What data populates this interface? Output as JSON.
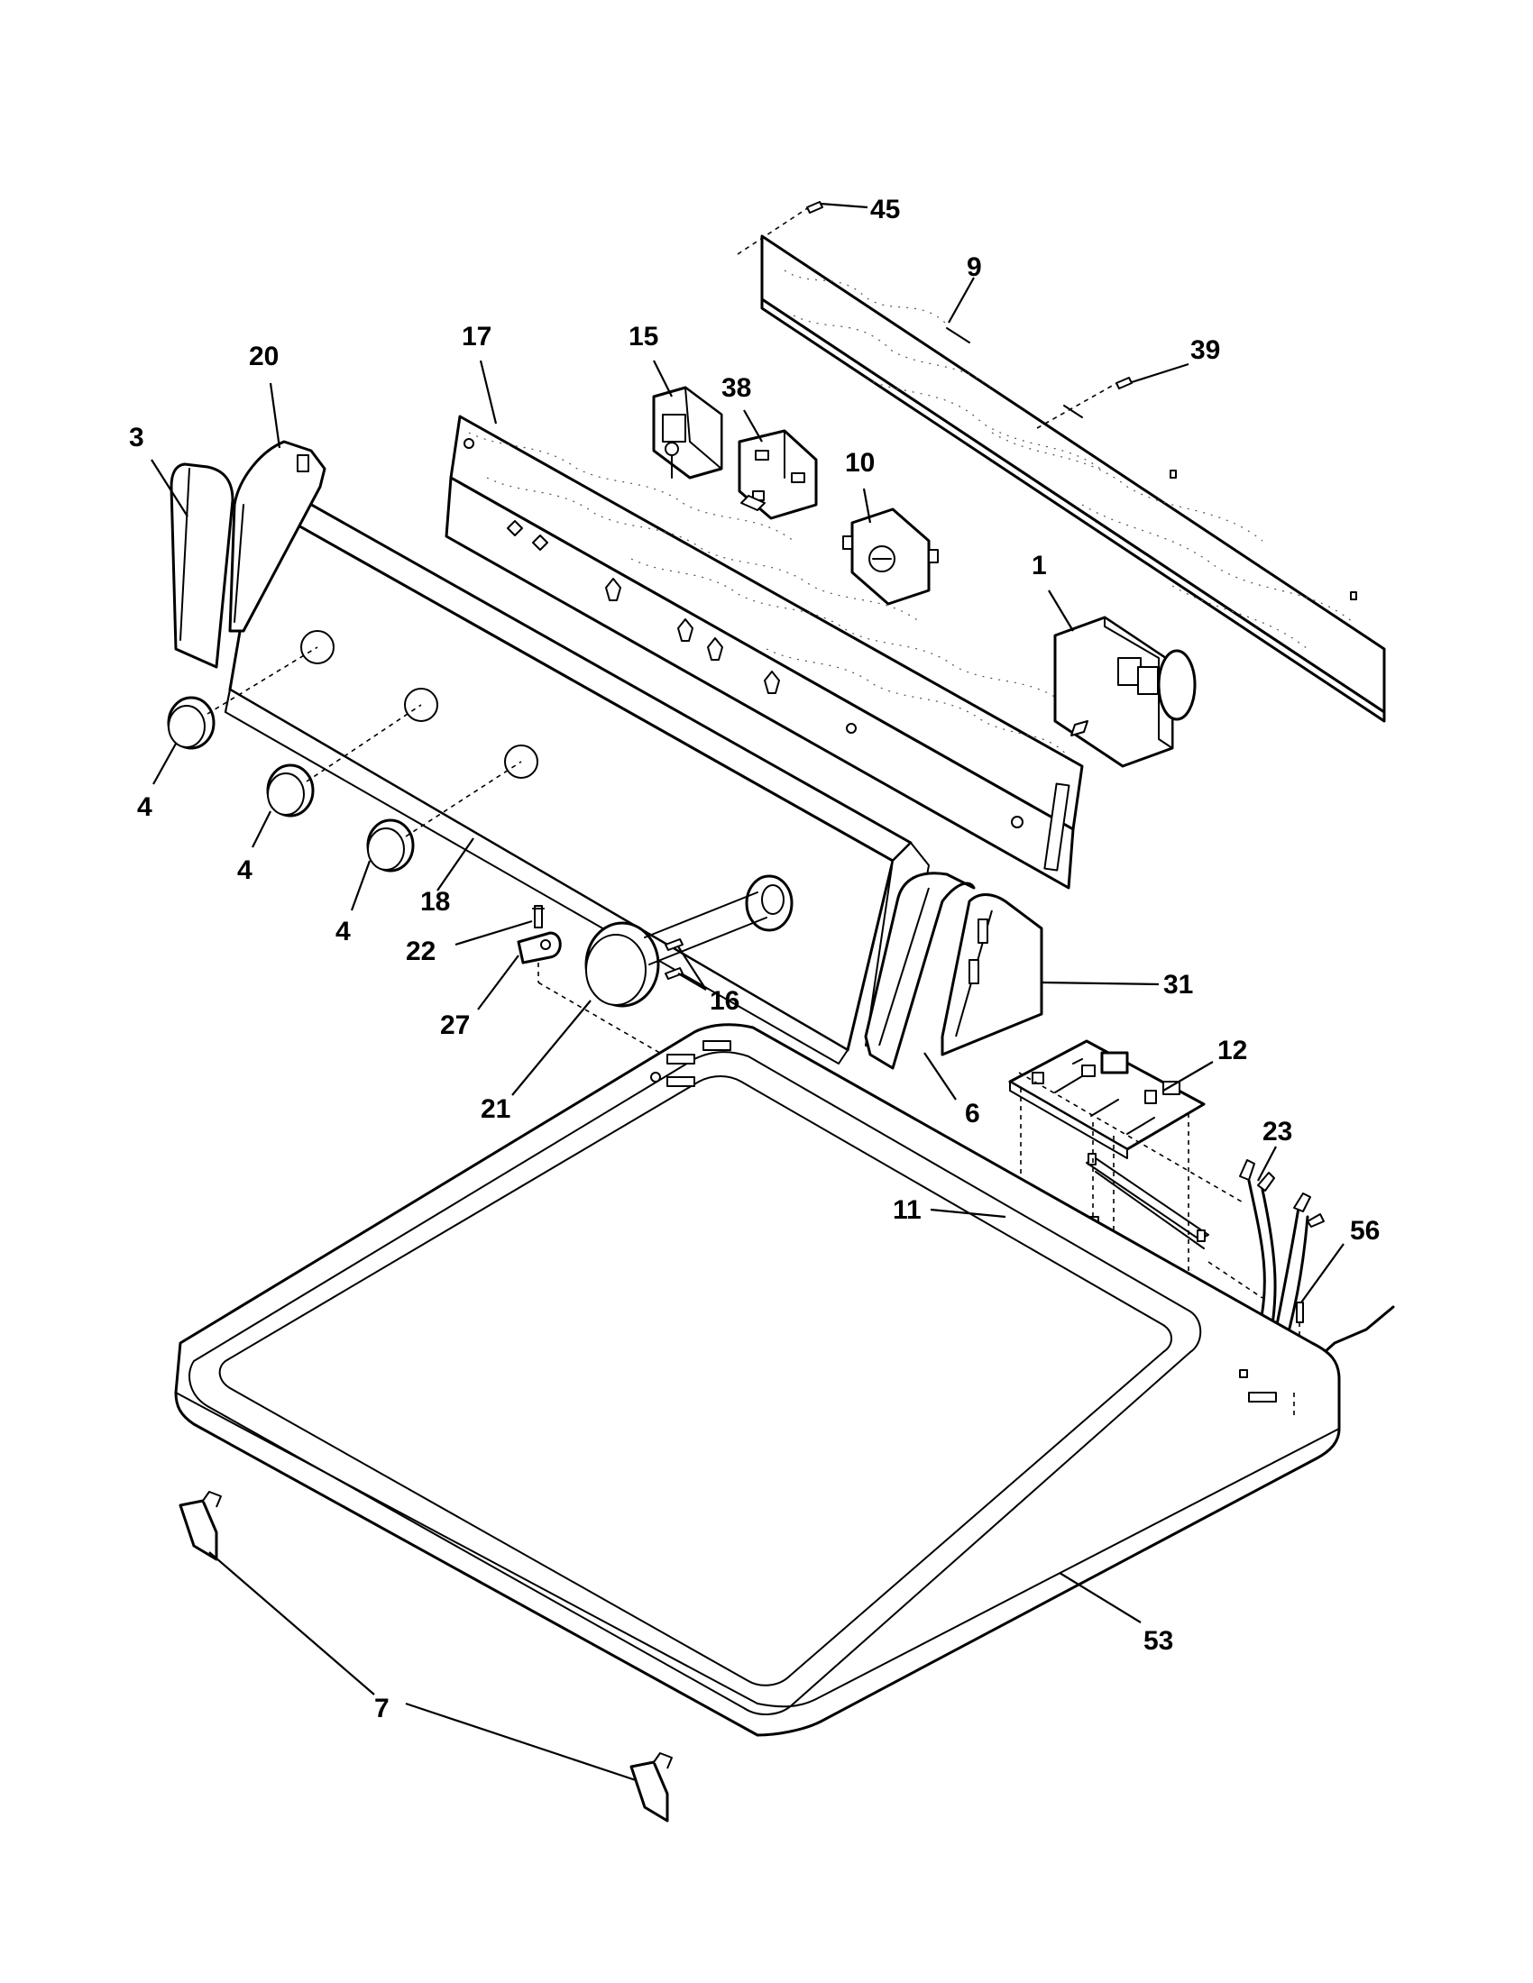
{
  "figure": {
    "colors": {
      "line": "#000000",
      "background": "#ffffff"
    },
    "callouts": [
      "45",
      "9",
      "39",
      "17",
      "15",
      "38",
      "10",
      "20",
      "3",
      "1",
      "4",
      "4",
      "4",
      "18",
      "22",
      "27",
      "21",
      "16",
      "31",
      "12",
      "6",
      "23",
      "11",
      "56",
      "53",
      "7"
    ]
  }
}
